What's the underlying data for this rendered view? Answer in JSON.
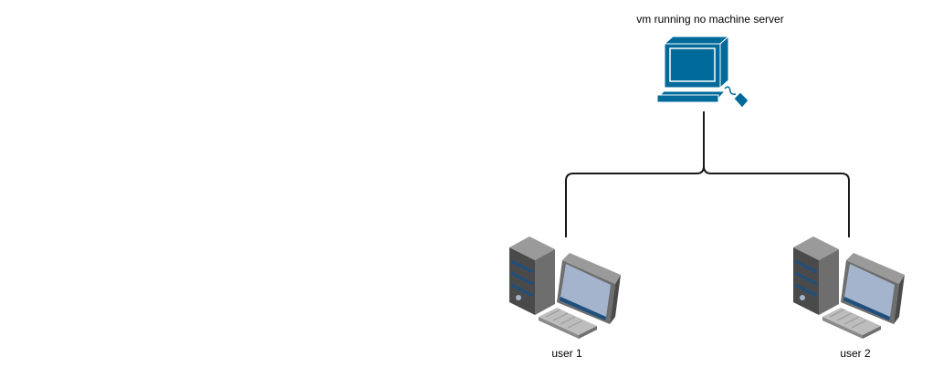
{
  "nodes": {
    "server": {
      "label": "vm running no machine server",
      "icon": "terminal-computer-icon"
    },
    "user1": {
      "label": "user 1",
      "icon": "desktop-workstation-icon"
    },
    "user2": {
      "label": "user 2",
      "icon": "desktop-workstation-icon"
    }
  },
  "edges": [
    {
      "from": "server",
      "to": "user1"
    },
    {
      "from": "server",
      "to": "user2"
    }
  ],
  "colors": {
    "server_primary": "#006a9b",
    "server_light": "#ffffff",
    "connector": "#1a1a1a",
    "tower_dark": "#4a4a4a",
    "tower_mid": "#6e6e6e",
    "tower_light": "#9a9a9a",
    "tower_accent": "#1e4f7e",
    "screen": "#a3b4cc",
    "screen_frame": "#8a8a8a",
    "keyboard": "#bdbdbd"
  }
}
